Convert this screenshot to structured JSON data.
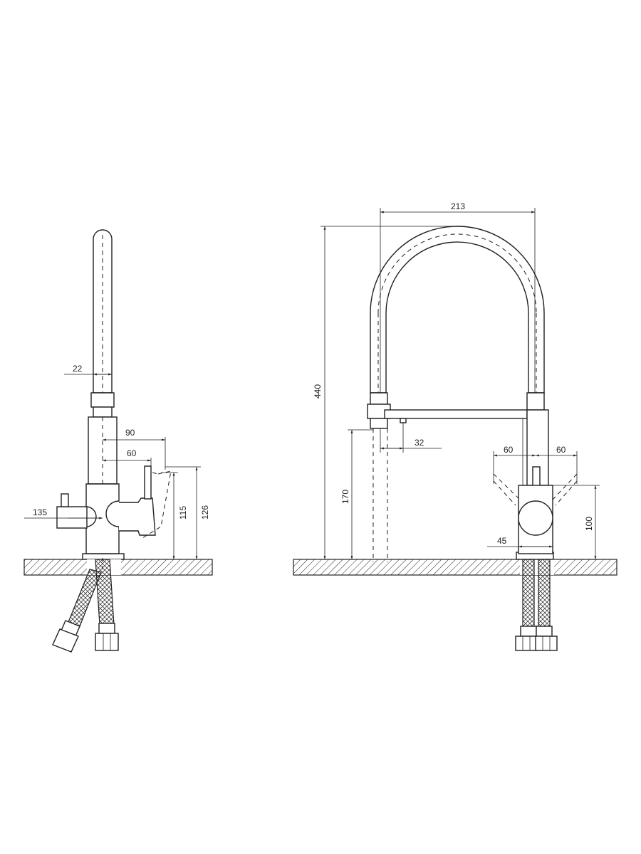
{
  "dimensions": {
    "side_view": {
      "spout_diameter": "22",
      "lever_reach_open": "90",
      "lever_reach": "60",
      "filter_knob_offset": "135",
      "lever_base_height": "115",
      "lever_top_height": "126"
    },
    "front_view": {
      "spout_width": "213",
      "total_height": "440",
      "spout_outlet_height": "170",
      "aerator_offset": "32",
      "lever_swing_left": "60",
      "lever_swing_right": "60",
      "body_height": "100",
      "base_diameter": "45"
    }
  },
  "colors": {
    "line": "#231f20",
    "background": "#ffffff"
  }
}
